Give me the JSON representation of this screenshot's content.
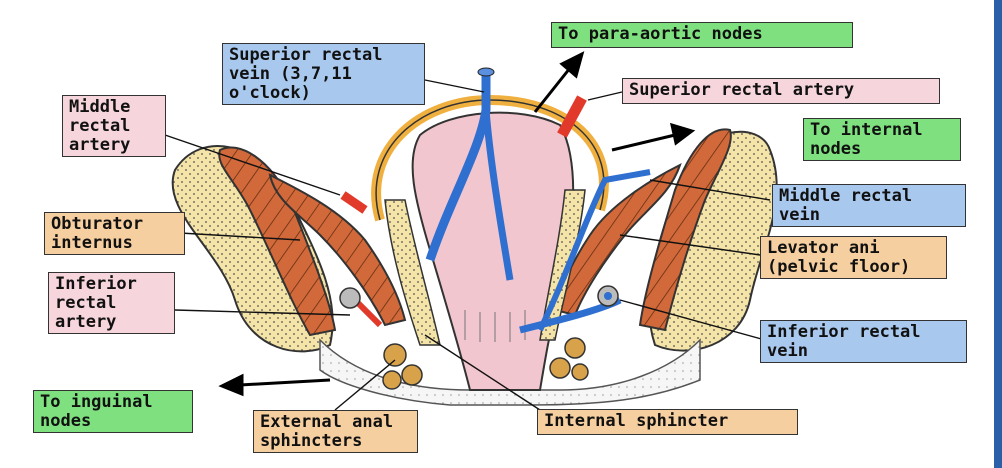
{
  "labels": {
    "superior_rectal_vein": "Superior rectal\nvein (3,7,11\no'clock)",
    "to_para_aortic_nodes": "To para-aortic nodes",
    "superior_rectal_artery": "Superior rectal artery",
    "middle_rectal_artery": "Middle\nrectal\nartery",
    "to_internal_nodes": "To internal\nnodes",
    "middle_rectal_vein": "Middle rectal\nvein",
    "obturator_internus": "Obturator\ninternus",
    "levator_ani": "Levator ani\n(pelvic floor)",
    "inferior_rectal_artery": "Inferior\nrectal\nartery",
    "inferior_rectal_vein": "Inferior rectal\nvein",
    "to_inguinal_nodes": "To inguinal\nnodes",
    "external_anal_sphincters": "External anal\nsphincters",
    "internal_sphincter": "Internal sphincter"
  },
  "colors": {
    "artery_label_bg": "#f6d6dc",
    "vein_label_bg": "#a9c8ee",
    "nodes_label_bg": "#7ee07e",
    "muscle_label_bg": "#f6cfa0",
    "rectum": "#f2c6cf",
    "muscle": "#d2693a",
    "fat": "#f4e4a8",
    "vein": "#2f6fd0",
    "artery": "#e23a2a"
  }
}
